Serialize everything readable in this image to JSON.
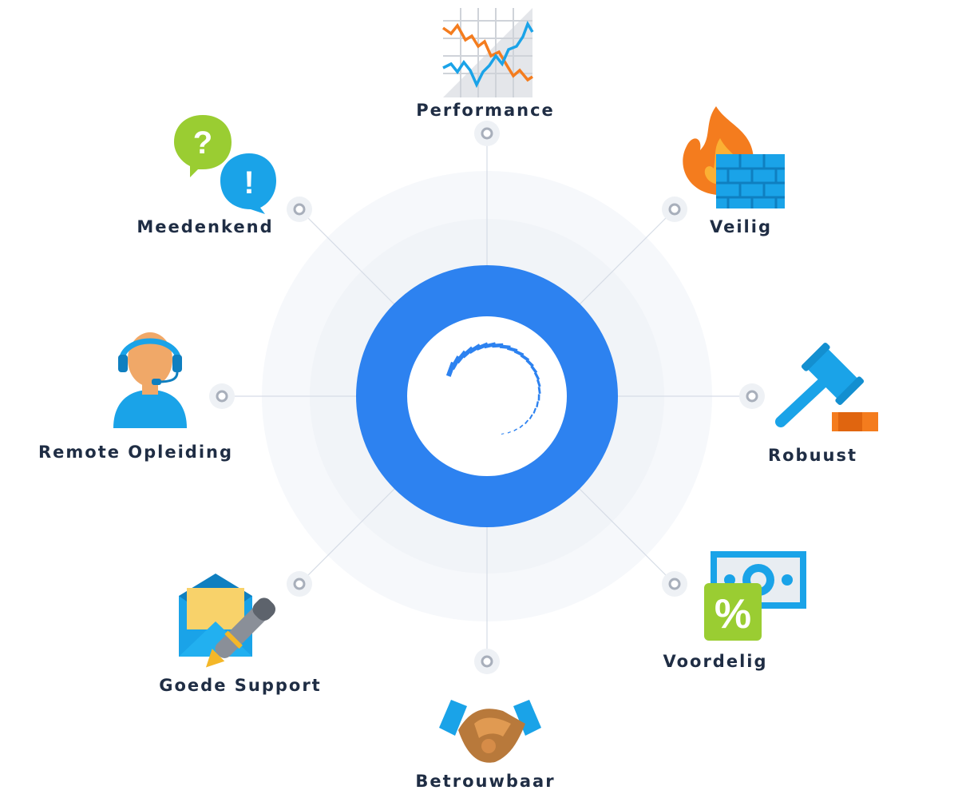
{
  "features": [
    {
      "id": "performance",
      "label": "Performance"
    },
    {
      "id": "veilig",
      "label": "Veilig"
    },
    {
      "id": "robuust",
      "label": "Robuust"
    },
    {
      "id": "voordelig",
      "label": "Voordelig"
    },
    {
      "id": "betrouwbaar",
      "label": "Betrouwbaar"
    },
    {
      "id": "goede-support",
      "label": "Goede Support"
    },
    {
      "id": "remote-opleiding",
      "label": "Remote Opleiding"
    },
    {
      "id": "meedenkend",
      "label": "Meedenkend"
    }
  ],
  "center": {
    "logo": "spiral-logo-icon"
  },
  "colors": {
    "ring": "#2d82f0",
    "halo": "#f4f6fa",
    "connector": "#d7dde8",
    "node": "#a8afbb",
    "text": "#1f2d44",
    "orange": "#f47c1e",
    "blue": "#1aa3e8",
    "green": "#9acd32"
  }
}
